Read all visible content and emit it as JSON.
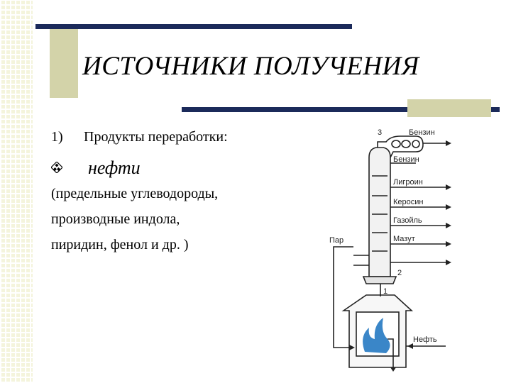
{
  "slide": {
    "title": "ИСТОЧНИКИ ПОЛУЧЕНИЯ",
    "item_number": "1)",
    "item_text": "Продукты переработки:",
    "bullet_icon": "diamond-bullet-icon",
    "bullet_text": "нефти",
    "description_lines": [
      "(предельные углеводороды,",
      "производные индола,",
      "пиридин, фенол и др. )"
    ]
  },
  "diagram": {
    "labels": {
      "marker_3": "3",
      "benzin_top": "Бензин",
      "benzin": "Бензин",
      "ligroin": "Лигроин",
      "kerosin": "Керосин",
      "gazoil": "Газойль",
      "mazut": "Мазут",
      "par": "Пар",
      "marker_2": "2",
      "marker_1": "1",
      "neft": "Нефть"
    },
    "colors": {
      "flame": "#3a86c8",
      "line": "#222222",
      "tower_fill": "#f2f2f2"
    }
  },
  "theme": {
    "navy": "#1b2a5a",
    "olive": "#d3d3a9"
  }
}
